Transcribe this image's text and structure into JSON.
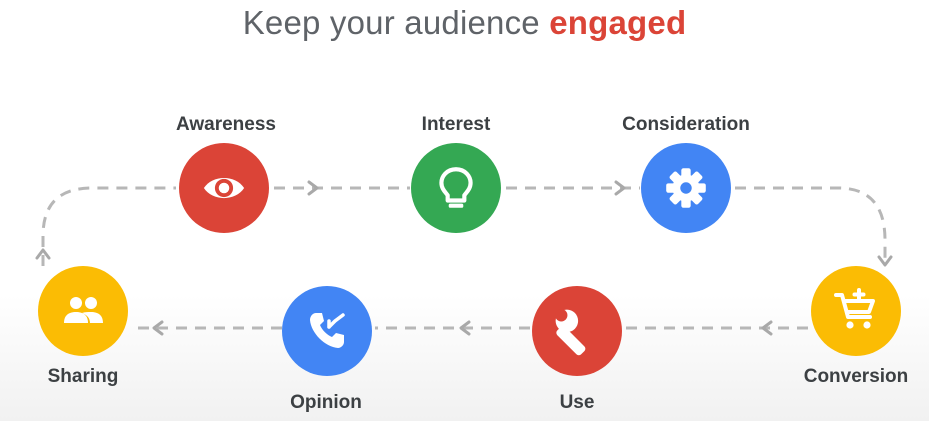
{
  "title": {
    "prefix": "Keep your audience ",
    "accent": "engaged",
    "accent_color": "#db4437"
  },
  "stages": [
    {
      "id": "awareness",
      "label": "Awareness",
      "icon": "eye-icon",
      "color": "#db4437"
    },
    {
      "id": "interest",
      "label": "Interest",
      "icon": "lightbulb-icon",
      "color": "#34a853"
    },
    {
      "id": "consideration",
      "label": "Consideration",
      "icon": "gear-icon",
      "color": "#4285f4"
    },
    {
      "id": "conversion",
      "label": "Conversion",
      "icon": "cart-add-icon",
      "color": "#fbbc04"
    },
    {
      "id": "use",
      "label": "Use",
      "icon": "wrench-icon",
      "color": "#db4437"
    },
    {
      "id": "opinion",
      "label": "Opinion",
      "icon": "phone-missed-icon",
      "color": "#4285f4"
    },
    {
      "id": "sharing",
      "label": "Sharing",
      "icon": "people-icon",
      "color": "#fbbc04"
    }
  ],
  "connector_color": "#b7b7b7"
}
